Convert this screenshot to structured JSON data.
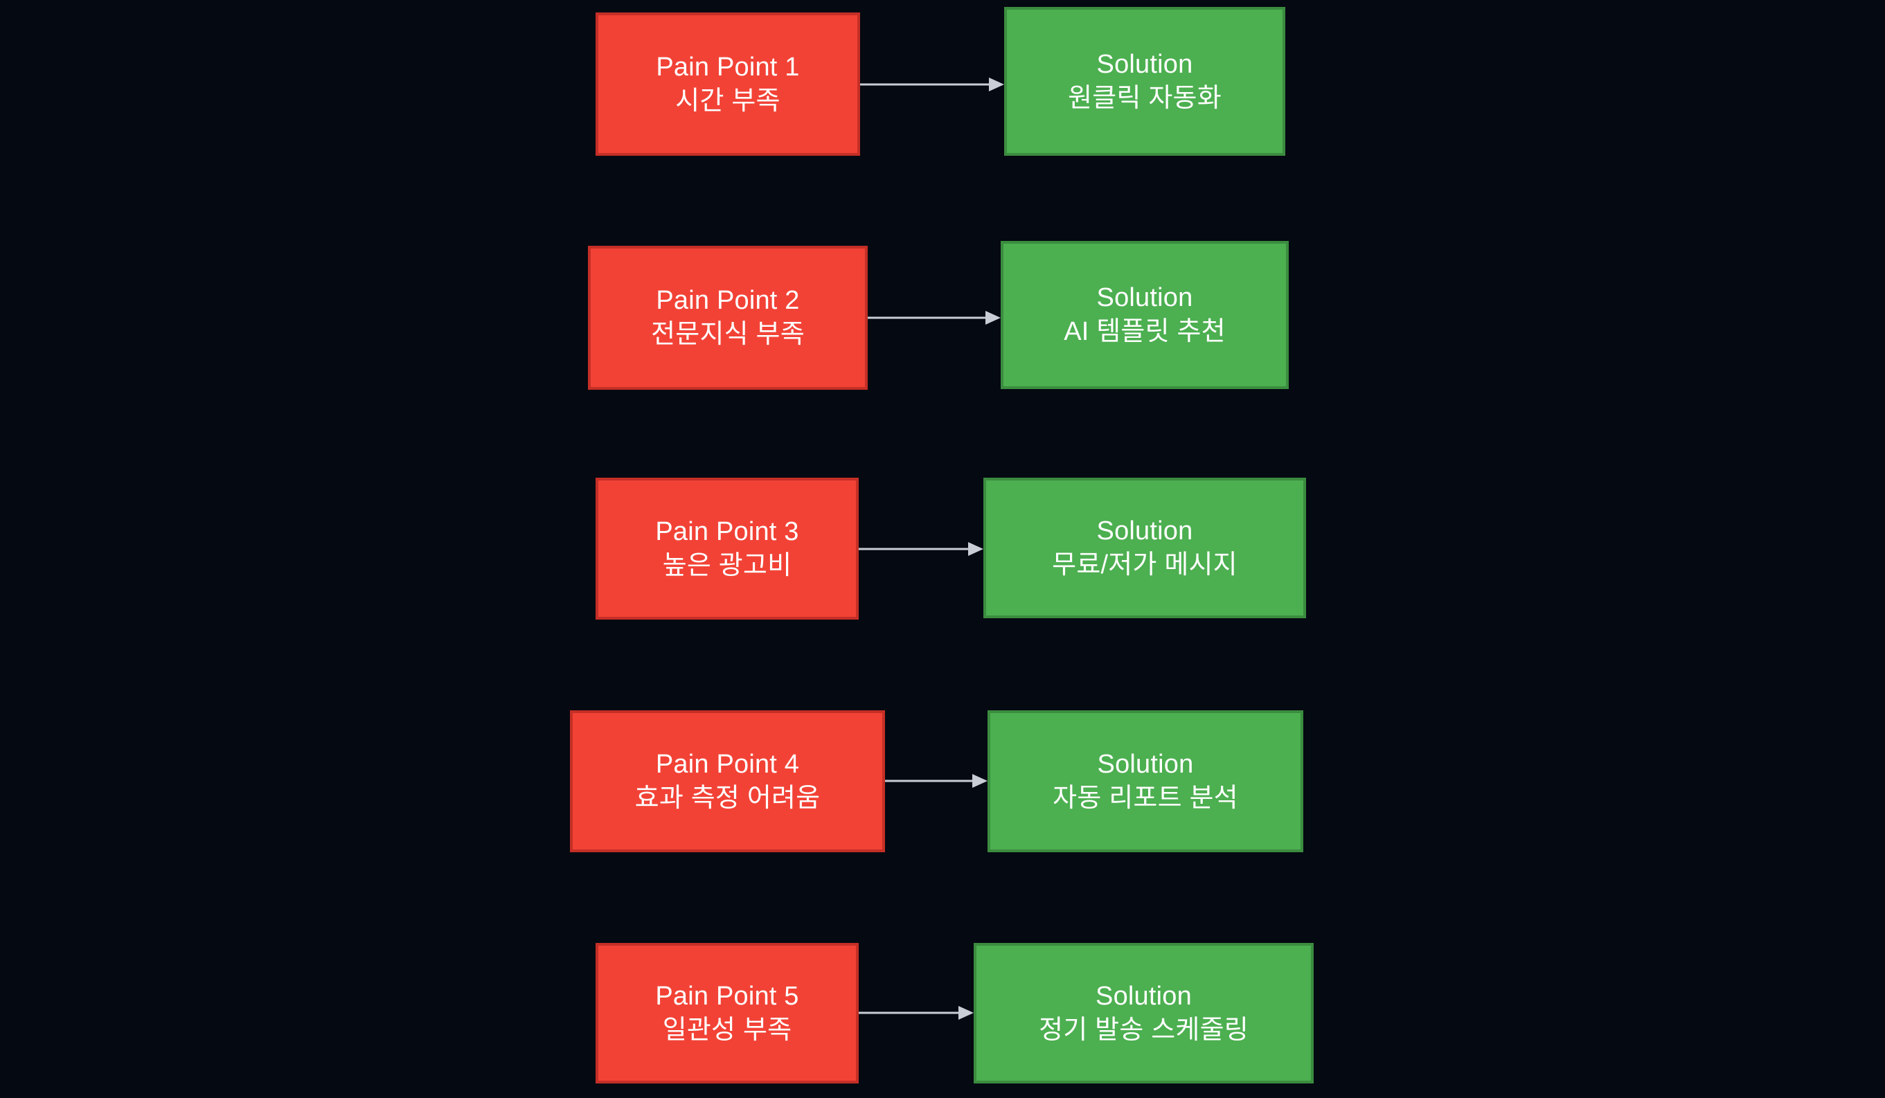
{
  "diagram": {
    "title": "Pain Point to Solution mapping flowchart",
    "background_color": "#050912",
    "pain_color": "#F24236",
    "pain_border_color": "#C42F26",
    "solution_color": "#4CAF50",
    "solution_border_color": "#3B8C3F",
    "arrow_color": "#C8CDD6",
    "text_color": "#FFFFFF",
    "rows": [
      {
        "pain": {
          "line1": "Pain Point 1",
          "line2": "시간 부족"
        },
        "solution": {
          "line1": "Solution",
          "line2": "원클릭 자동화"
        }
      },
      {
        "pain": {
          "line1": "Pain Point 2",
          "line2": "전문지식 부족"
        },
        "solution": {
          "line1": "Solution",
          "line2": "AI 템플릿 추천"
        }
      },
      {
        "pain": {
          "line1": "Pain Point 3",
          "line2": "높은 광고비"
        },
        "solution": {
          "line1": "Solution",
          "line2": "무료/저가 메시지"
        }
      },
      {
        "pain": {
          "line1": "Pain Point 4",
          "line2": "효과 측정 어려움"
        },
        "solution": {
          "line1": "Solution",
          "line2": "자동 리포트 분석"
        }
      },
      {
        "pain": {
          "line1": "Pain Point 5",
          "line2": "일관성 부족"
        },
        "solution": {
          "line1": "Solution",
          "line2": "정기 발송 스케줄링"
        }
      }
    ]
  }
}
